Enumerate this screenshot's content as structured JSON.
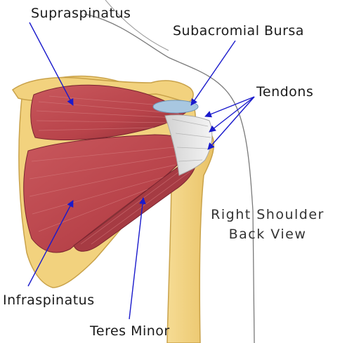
{
  "labels": {
    "supraspinatus": "Supraspinatus",
    "subacromial_bursa": "Subacromial Bursa",
    "tendons": "Tendons",
    "infraspinatus": "Infraspinatus",
    "teres_minor": "Teres Minor"
  },
  "caption": {
    "line1": "Right Shoulder",
    "line2": "Back View"
  },
  "colors": {
    "bone": "#f2d27e",
    "bone_outline": "#c9a24a",
    "muscle": "#b8434a",
    "muscle_dark": "#8e2e36",
    "tendon": "#e4e4e4",
    "bursa": "#a8c7e0",
    "arrow": "#1a1acc",
    "skin_outline": "#7a7a7a"
  }
}
